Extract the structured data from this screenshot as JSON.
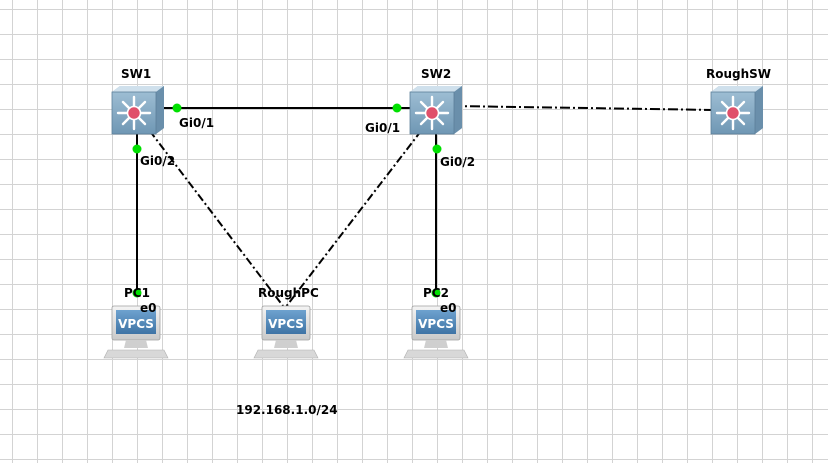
{
  "colors": {
    "link": "#000000",
    "port_up": "#00e000",
    "switch_body": "#8fb4cc",
    "switch_center": "#e0506a",
    "vpcs_screen": "#4f86b8"
  },
  "devices": {
    "sw1": {
      "label": "SW1",
      "icon": "multilayer-switch-icon"
    },
    "sw2": {
      "label": "SW2",
      "icon": "multilayer-switch-icon"
    },
    "roughsw": {
      "label": "RoughSW",
      "icon": "multilayer-switch-icon"
    },
    "pc1": {
      "label": "PC1",
      "screen_text": "VPCS",
      "icon": "vpcs-pc-icon"
    },
    "roughpc": {
      "label": "RoughPC",
      "screen_text": "VPCS",
      "icon": "vpcs-pc-icon"
    },
    "pc2": {
      "label": "PC2",
      "screen_text": "VPCS",
      "icon": "vpcs-pc-icon"
    }
  },
  "ports": {
    "sw1_gi01": "Gi0/1",
    "sw1_gi02": "Gi0/2",
    "sw2_gi01": "Gi0/1",
    "sw2_gi02": "Gi0/2",
    "pc1_e0": "e0",
    "pc2_e0": "e0"
  },
  "annotations": {
    "subnet": "192.168.1.0/24"
  }
}
